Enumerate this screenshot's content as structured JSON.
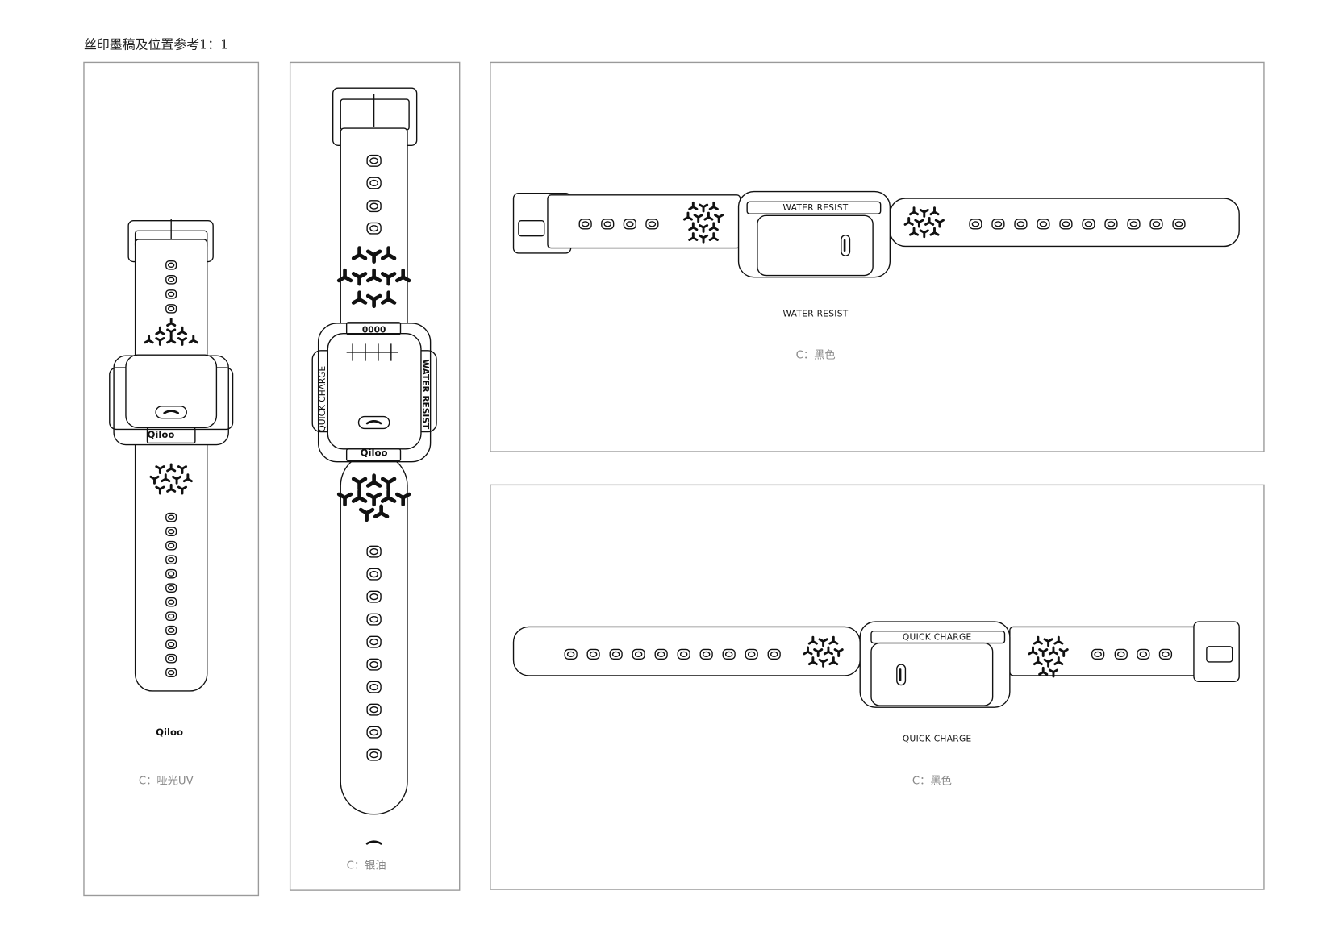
{
  "title": "丝印墨稿及位置参考1：1",
  "panels": [
    {
      "note": "C：哑光UV",
      "logo": "Qiloo"
    },
    {
      "note": "C：银油",
      "logo": "Qiloo",
      "top_print": "0000",
      "side_left": "QUICK CHARGE",
      "side_right": "WATER RESIST"
    },
    {
      "note": "C：黑色",
      "case_print": "WATER RESIST",
      "caption": "WATER RESIST"
    },
    {
      "note": "C：黑色",
      "case_print": "QUICK CHARGE",
      "caption": "QUICK CHARGE"
    }
  ],
  "colors": {
    "line": "#111111",
    "frame": "#9a9a9a",
    "note_text": "#888888"
  }
}
